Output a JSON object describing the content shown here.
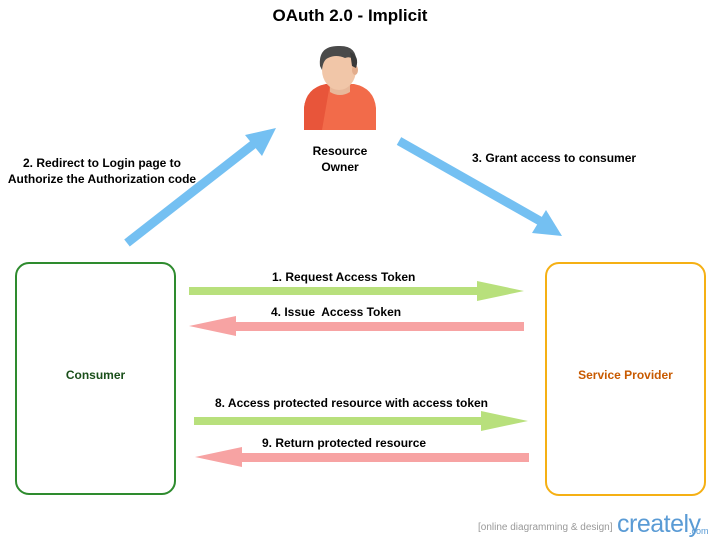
{
  "title": "OAuth 2.0 - Implicit",
  "nodes": {
    "resource_owner": "Resource\nOwner",
    "consumer": "Consumer",
    "service_provider": "Service Provider"
  },
  "edges": {
    "redirect": "2. Redirect to Login page to\nAuthorize the Authorization code",
    "grant": "3. Grant access to consumer",
    "request_token": "1. Request Access Token",
    "issue_token": "4. Issue  Access Token",
    "access_resource": "8. Access protected resource with access token",
    "return_resource": "9. Return protected resource"
  },
  "colors": {
    "consumer_border": "#2e8b2e",
    "consumer_text": "#1a4f1a",
    "provider_border": "#f5b014",
    "provider_text": "#c85a00",
    "arrow_blue": "#74c0f2",
    "arrow_green": "#b8e07c",
    "arrow_pink": "#f7a3a3"
  },
  "watermark": {
    "tagline": "[online diagramming & design]",
    "brand": "creately",
    "domain": ".com"
  }
}
